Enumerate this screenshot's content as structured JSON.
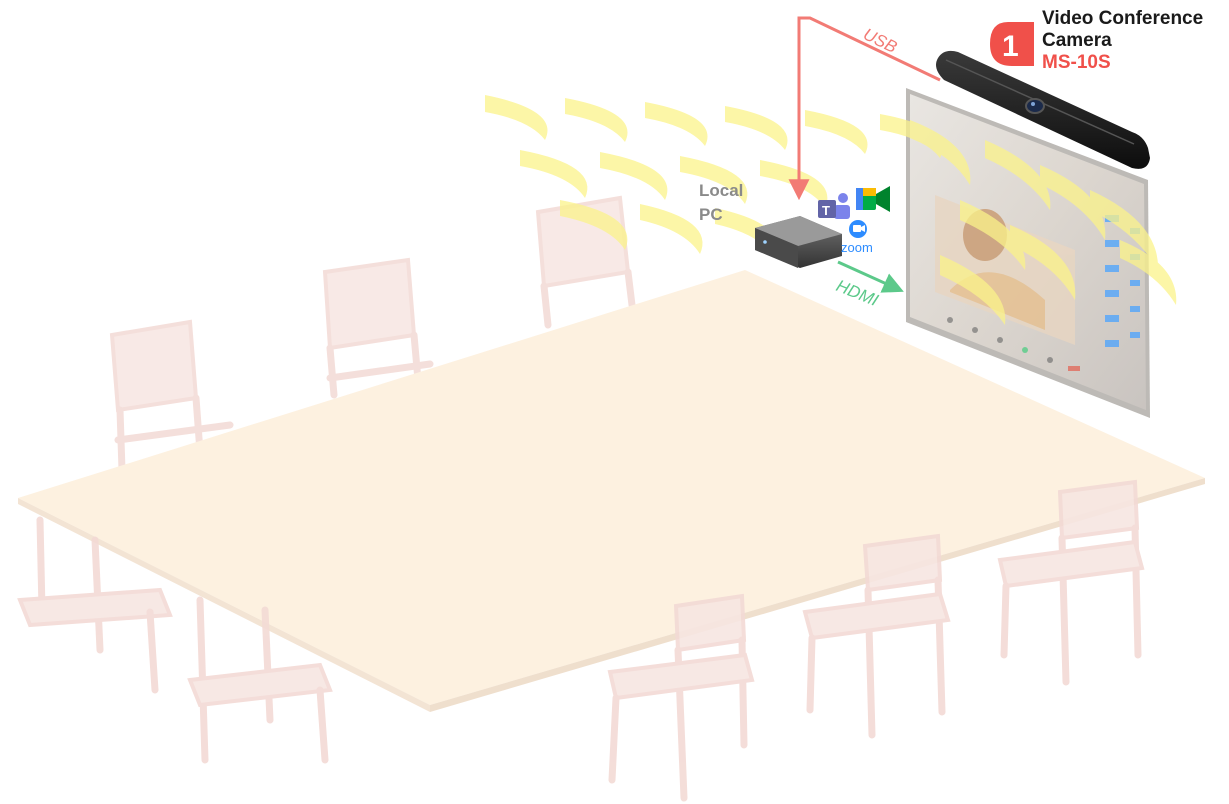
{
  "camera": {
    "badge_number": "1",
    "title_line1": "Video Conference",
    "title_line2": "Camera",
    "model": "MS-10S"
  },
  "pc": {
    "label_line1": "Local",
    "label_line2": "PC"
  },
  "apps": {
    "zoom_label": "zoom"
  },
  "connections": {
    "usb_label": "USB",
    "hdmi_label": "HDMI"
  },
  "colors": {
    "accent_red": "#f0504a",
    "usb_line": "#f27b75",
    "hdmi_line": "#5cc98a",
    "table": "#fdf1e0",
    "chairs": "#f3dad5",
    "waves": "#fbf38a",
    "zoom_blue": "#2d8cff",
    "teams_purple": "#6264a7"
  }
}
